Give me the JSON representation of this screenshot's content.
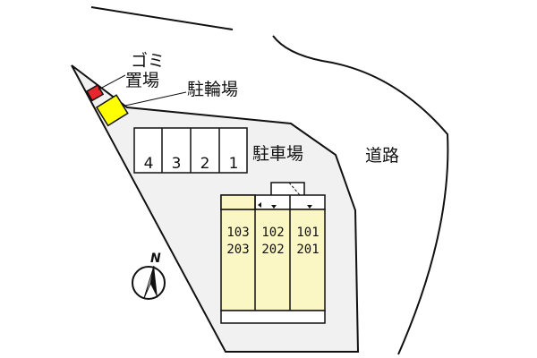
{
  "labels": {
    "garbage_line1": "ゴミ",
    "garbage_line2": "置場",
    "bicycle": "駐輪場",
    "parking": "駐車場",
    "road": "道路",
    "north": "N"
  },
  "parking_spaces": [
    "4",
    "3",
    "2",
    "1"
  ],
  "units": [
    {
      "top": "103",
      "bottom": "203"
    },
    {
      "top": "102",
      "bottom": "202"
    },
    {
      "top": "101",
      "bottom": "201"
    }
  ],
  "colors": {
    "site_fill": "#f1f1f1",
    "building_fill": "#fbf7c4",
    "bicycle_fill": "#ffff00",
    "garbage_fill": "#e8262e",
    "line": "#111111"
  }
}
